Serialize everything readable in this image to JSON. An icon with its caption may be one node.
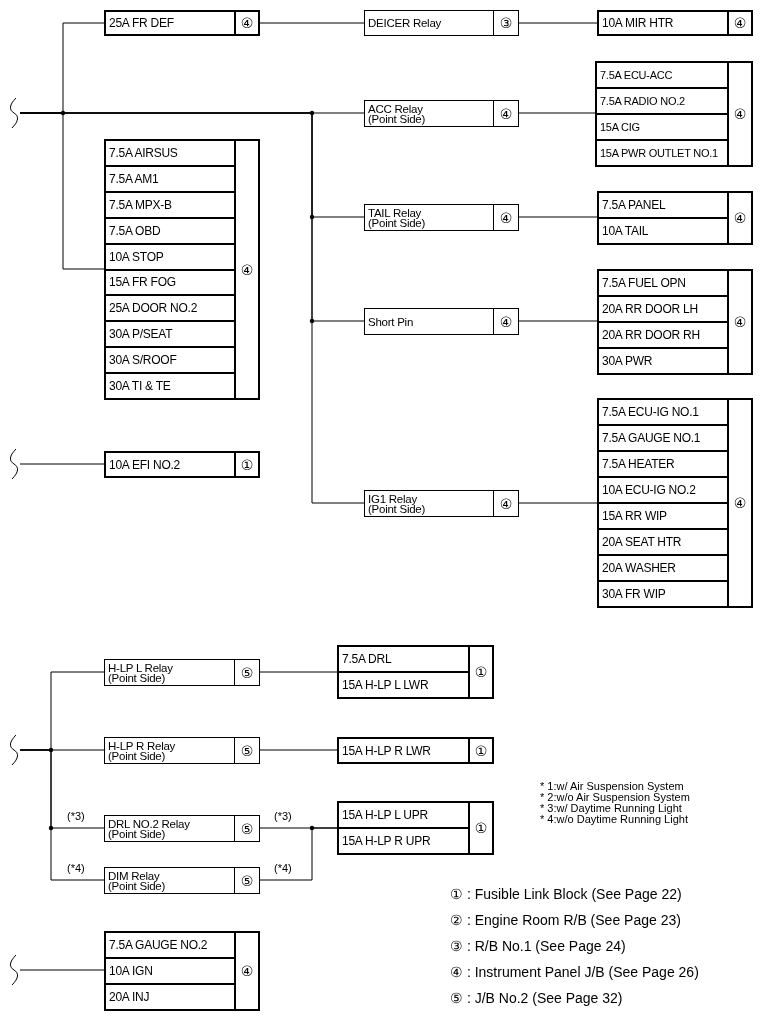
{
  "diagram": {
    "nodes": [
      {
        "text": [],
        "shape": "break"
      },
      {
        "text": [
          "25A FR DEF",
          "④"
        ]
      },
      {
        "text": [
          "DEICER Relay",
          "③"
        ]
      },
      {
        "text": [
          "10A MIR HTR",
          "④"
        ]
      },
      {
        "text": [
          "ACC Relay (Point Side)",
          "④"
        ]
      },
      {
        "text": [
          "7.5A ECU-ACC",
          "7.5A RADIO NO.2",
          "15A CIG",
          "15A PWR OUTLET NO.1",
          "④"
        ]
      },
      {
        "text": [
          "7.5A AIRSUS",
          "7.5A AM1",
          "7.5A MPX-B",
          "7.5A OBD",
          "10A STOP",
          "15A FR FOG",
          "25A DOOR NO.2",
          "30A P/SEAT",
          "30A S/ROOF",
          "30A TI & TE",
          "④"
        ]
      },
      {
        "text": [
          "TAIL Relay (Point Side)",
          "④"
        ]
      },
      {
        "text": [
          "7.5A PANEL",
          "10A TAIL",
          "④"
        ]
      },
      {
        "text": [
          "Short Pin",
          "④"
        ]
      },
      {
        "text": [
          "7.5A FUEL OPN",
          "20A RR DOOR LH",
          "20A RR DOOR RH",
          "30A PWR",
          "④"
        ]
      },
      {
        "text": [],
        "shape": "break"
      },
      {
        "text": [
          "10A EFI NO.2",
          "①"
        ]
      },
      {
        "text": [
          "IG1 Relay (Point Side)",
          "④"
        ]
      },
      {
        "text": [
          "7.5A ECU-IG NO.1",
          "7.5A GAUGE NO.1",
          "7.5A HEATER",
          "10A ECU-IG NO.2",
          "15A RR WIP",
          "20A SEAT HTR",
          "20A WASHER",
          "30A FR WIP",
          "④"
        ]
      },
      {
        "text": [],
        "shape": "break"
      },
      {
        "text": [
          "H-LP L Relay (Point Side)",
          "⑤"
        ]
      },
      {
        "text": [
          "7.5A DRL",
          "15A H-LP L LWR",
          "①"
        ]
      },
      {
        "text": [
          "H-LP R Relay (Point Side)",
          "⑤"
        ]
      },
      {
        "text": [
          "15A H-LP R LWR",
          "①"
        ]
      },
      {
        "text": [
          "DRL NO.2 Relay (Point Side)",
          "⑤"
        ]
      },
      {
        "text": [
          "15A H-LP L UPR",
          "15A H-LP R UPR",
          "①"
        ]
      },
      {
        "text": [
          "DIM Relay (Point Side)",
          "⑤"
        ]
      },
      {
        "text": [],
        "shape": "break"
      },
      {
        "text": [
          "7.5A GAUGE NO.2",
          "10A IGN",
          "20A INJ",
          "④"
        ]
      }
    ],
    "edges": [
      {
        "from": 0,
        "to": 1,
        "arrow": "none"
      },
      {
        "from": 0,
        "to": 6,
        "arrow": "none"
      },
      {
        "from": 0,
        "to": 4,
        "arrow": "none"
      },
      {
        "from": 0,
        "to": 7,
        "arrow": "none"
      },
      {
        "from": 0,
        "to": 9,
        "arrow": "none"
      },
      {
        "from": 0,
        "to": 13,
        "arrow": "none"
      },
      {
        "from": 1,
        "to": 2,
        "arrow": "none"
      },
      {
        "from": 2,
        "to": 3,
        "arrow": "none"
      },
      {
        "from": 4,
        "to": 5,
        "arrow": "none"
      },
      {
        "from": 7,
        "to": 8,
        "arrow": "none"
      },
      {
        "from": 9,
        "to": 10,
        "arrow": "none"
      },
      {
        "from": 11,
        "to": 12,
        "arrow": "none"
      },
      {
        "from": 13,
        "to": 14,
        "arrow": "none"
      },
      {
        "from": 15,
        "to": 16,
        "arrow": "none"
      },
      {
        "from": 15,
        "to": 18,
        "arrow": "none"
      },
      {
        "from": 15,
        "to": 20,
        "arrow": "none",
        "label": "(*3)"
      },
      {
        "from": 15,
        "to": 22,
        "arrow": "none",
        "label": "(*4)"
      },
      {
        "from": 16,
        "to": 17,
        "arrow": "none"
      },
      {
        "from": 18,
        "to": 19,
        "arrow": "none"
      },
      {
        "from": 20,
        "to": 21,
        "arrow": "none",
        "label": "(*3)"
      },
      {
        "from": 22,
        "to": 21,
        "arrow": "none",
        "label": "(*4)"
      },
      {
        "from": 23,
        "to": 24,
        "arrow": "none"
      }
    ],
    "labels": [
      "* 1:w/ Air Suspension System",
      "* 2:w/o Air Suspension System",
      "* 3:w/ Daytime Running Light",
      "* 4:w/o Daytime Running Light",
      "① : Fusible Link Block (See Page 22)",
      "② : Engine Room R/B (See Page 23)",
      "③ : R/B No.1 (See Page 24)",
      "④ : Instrument Panel J/B (See Page 26)",
      "⑤ : J/B No.2 (See Page 32)"
    ]
  }
}
